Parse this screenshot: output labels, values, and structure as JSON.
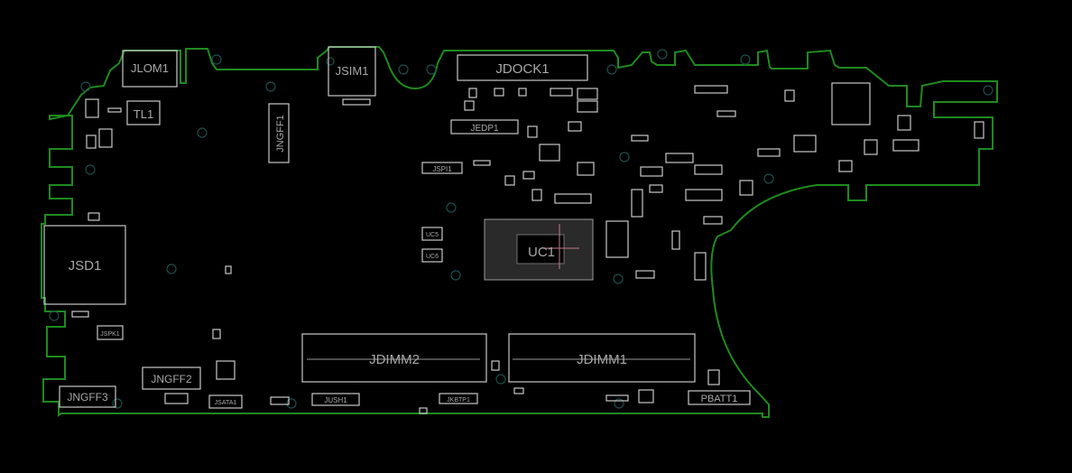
{
  "board": {
    "outline_color": "#1f8a1f",
    "part_color": "#c8c8c8",
    "background": "#000000"
  },
  "components": {
    "jlom1": "JLOM1",
    "tl1": "TL1",
    "jsim1": "JSIM1",
    "jdock1": "JDOCK1",
    "jngff1": "JNGFF1",
    "jedp1": "JEDP1",
    "jspi1": "JSPI1",
    "jsd1": "JSD1",
    "uc1": "UC1",
    "uc5": "UC5",
    "uc6": "UC6",
    "jspk1": "JSPK1",
    "jngff2": "JNGFF2",
    "jngff3": "JNGFF3",
    "jsata1": "JSATA1",
    "jush1": "JUSH1",
    "jkbtp1": "JKBTP1",
    "jdimm2": "JDIMM2",
    "jdimm1": "JDIMM1",
    "pbatt1": "PBATT1"
  }
}
